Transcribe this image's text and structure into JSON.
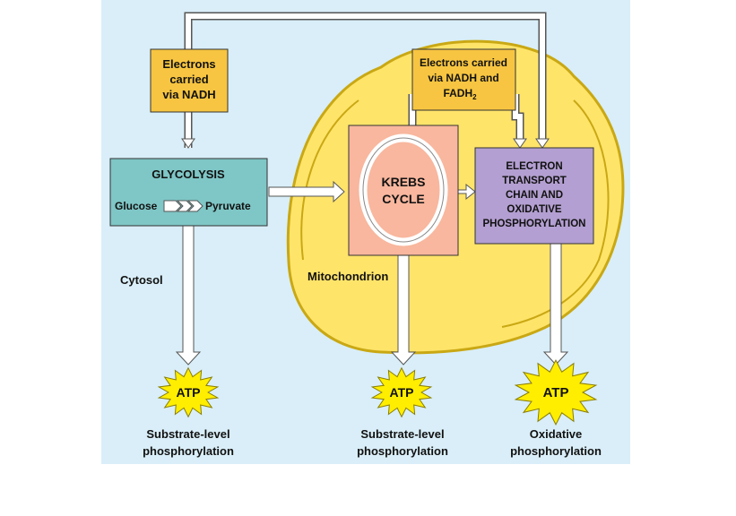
{
  "colors": {
    "panel_bg": "#d9eef8",
    "mitochondrion": "#ffe46a",
    "mitochondrion_stroke": "#c9a814",
    "nadh_box": "#f7c541",
    "glycolysis_box": "#7fc6c6",
    "krebs_box": "#f8b79e",
    "etc_box": "#b39fd1",
    "atp_star": "#ffee00",
    "arrow_fill": "#ffffff",
    "arrow_stroke": "#555555"
  },
  "boxes": {
    "nadh_left": [
      "Electrons",
      "carried",
      "via NADH"
    ],
    "nadh_right": [
      "Electrons carried",
      "via NADH and"
    ],
    "nadh_right_fadh": "FADH",
    "nadh_right_sub": "2",
    "glycolysis_title": "GLYCOLYSIS",
    "glucose": "Glucose",
    "pyruvate": "Pyruvate",
    "krebs": [
      "KREBS",
      "CYCLE"
    ],
    "etc": [
      "ELECTRON",
      "TRANSPORT",
      "CHAIN AND",
      "OXIDATIVE",
      "PHOSPHORYLATION"
    ]
  },
  "regions": {
    "cytosol": "Cytosol",
    "mitochondrion": "Mitochondrion"
  },
  "atp": {
    "label": "ATP",
    "captions": [
      [
        "Substrate-level",
        "phosphorylation"
      ],
      [
        "Substrate-level",
        "phosphorylation"
      ],
      [
        "Oxidative",
        "phosphorylation"
      ]
    ]
  }
}
